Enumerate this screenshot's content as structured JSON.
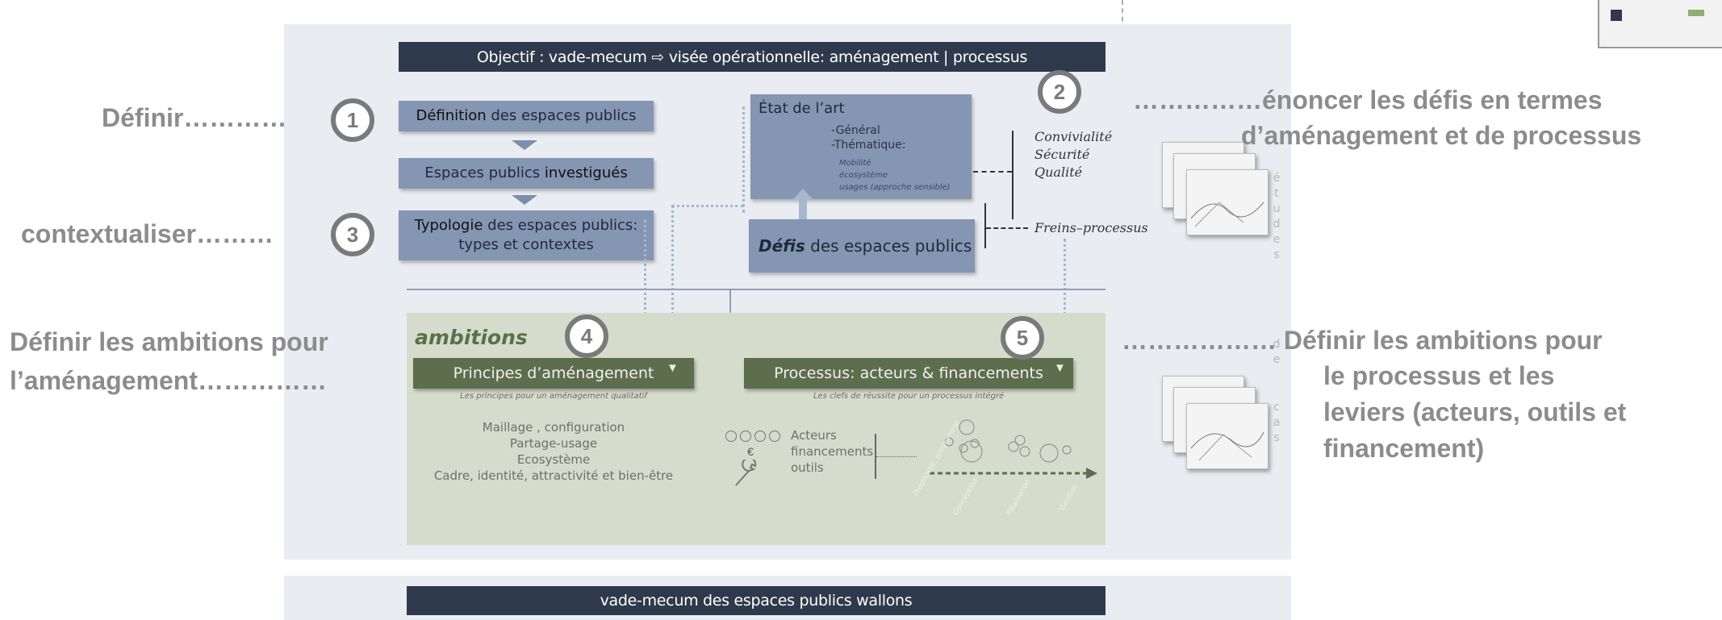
{
  "header_bar": "Objectif : vade-mecum ⇨ visée opérationnelle: aménagement | processus",
  "footer_bar": "vade-mecum des espaces publics wallons",
  "left_labels": {
    "definir": "Définir…………",
    "contextualiser": "contextualiser………",
    "ambitions_line1": "Définir les ambitions pour",
    "ambitions_line2": "l’aménagement……………"
  },
  "right_labels": {
    "defis_line1": "……………énoncer les défis  en termes",
    "defis_line2": "d’aménagement et de processus",
    "processus_line1": "……………… Définir les ambitions pour",
    "processus_line2": "le processus et les",
    "processus_line3": "leviers (acteurs, outils  et",
    "processus_line4": "financement)"
  },
  "steps": {
    "s1": "1",
    "s2": "2",
    "s3": "3",
    "s4": "4",
    "s5": "5"
  },
  "boxes": {
    "definition_bold": "Définition",
    "definition_rest": " des espaces publics",
    "investigues_pre": "Espaces publics ",
    "investigues_bold": "investigués",
    "typologie_bold": "Typologie",
    "typologie_rest": " des espaces publics:",
    "typologie_line2": "types et contextes",
    "etat_title": "État de l’art",
    "etat_general": "-Général",
    "etat_thematique": "-Thématique:",
    "etat_mobilite": "Mobilité",
    "etat_ecosysteme": "écosystème",
    "etat_usages": "usages (approche sensible)",
    "defis_bold": "Défis",
    "defis_rest": " des espaces publics"
  },
  "handwritten": {
    "convivialite": "Convivialité",
    "securite": "Sécurité",
    "qualite": "Qualité",
    "freins": "Freins–processus"
  },
  "etudes_letters": [
    "é",
    "t",
    "u",
    "d",
    "e",
    "s"
  ],
  "cas_letters": [
    "d",
    "e",
    "c",
    "a",
    "s"
  ],
  "ambitions": {
    "title": "ambitions",
    "principes_label": "Principes d’aménagement",
    "principes_sub": "Les principes pour un aménagement qualitatif",
    "principes_list": [
      "Maillage , configuration",
      "Partage-usage",
      "Ecosystème",
      "Cadre, identité, attractivité et bien-être"
    ],
    "processus_label": "Processus: acteurs & financements",
    "processus_sub": "Les clefs de réussite pour un processus intégré",
    "euro": "€",
    "acteurs_lines": [
      "Acteurs",
      "financements",
      "outils"
    ],
    "timeline_labels": [
      "Diagnostic, programme",
      "Conception",
      "Réalisation",
      "Gestion"
    ]
  }
}
